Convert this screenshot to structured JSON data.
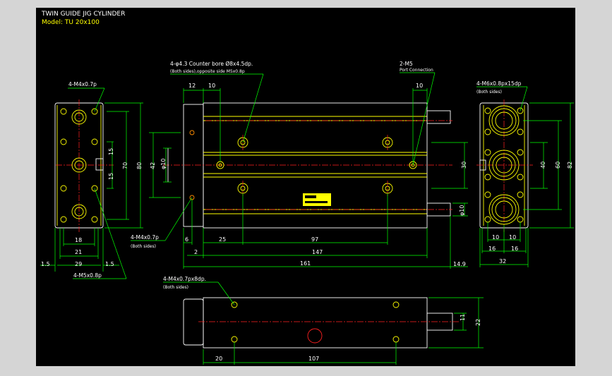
{
  "title": "TWIN GUIDE JIG CYLINDER",
  "model": "Model: TU 20x100",
  "callouts": {
    "left_top": "4-M4x0.7p",
    "left_bottom": "4-M5x0.8p",
    "front_holes": "4-φ4.3  Counter bore  Ø8x4.5dp.",
    "front_holes_note": "(Both sides),opposite side  M5x0.8p",
    "port": "2-M5",
    "port_note": "Port Connection",
    "front_bottom": "4-M4x0.7p",
    "front_bottom_note": "(Both sides)",
    "right_top": "4-M6x0.8px15dp",
    "right_top_note": "(Both sides)",
    "bottom_view": "4-M4x0.7px8dp.",
    "bottom_view_note": "(Both sides)"
  },
  "dims": {
    "lv_15a": "15",
    "lv_15b": "15",
    "lv_70": "70",
    "lv_80": "80",
    "lv_18": "18",
    "lv_21": "21",
    "lv_29": "29",
    "lv_1_5a": "1.5",
    "lv_1_5b": "1.5",
    "fv_12": "12",
    "fv_10a": "10",
    "fv_10b": "10",
    "fv_42": "42",
    "fv_phi10a": "φ10",
    "fv_30": "30",
    "fv_phi10b": "φ10",
    "fv_6": "6",
    "fv_25": "25",
    "fv_97": "97",
    "fv_2": "2",
    "fv_147": "147",
    "fv_161": "161",
    "fv_14_9": "14.9",
    "rv_40": "40",
    "rv_60": "60",
    "rv_82": "82",
    "rv_10a": "10",
    "rv_10b": "10",
    "rv_16a": "16",
    "rv_16b": "16",
    "rv_32": "32",
    "bv_11": "11",
    "bv_22": "22",
    "bv_20": "20",
    "bv_107": "107"
  },
  "colors": {
    "background": "#000000",
    "frame": "#d5d5d5",
    "outline": "#ffffff",
    "feature": "#ffff00",
    "dimension": "#00ff00",
    "centerline": "#ff2020"
  }
}
